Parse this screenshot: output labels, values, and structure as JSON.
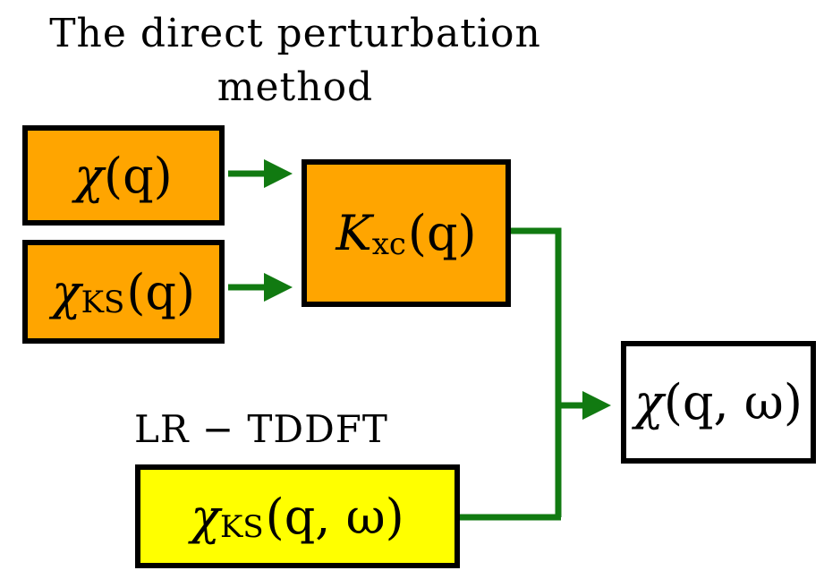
{
  "title": {
    "line1": "The direct perturbation",
    "line2": "method"
  },
  "boxes": {
    "chi_q": {
      "symbol": "χ",
      "args": "(q)",
      "fill": "#FFA500"
    },
    "chi_ks_q": {
      "symbol": "χ",
      "sub": "KS",
      "args": "(q)",
      "fill": "#FFA500"
    },
    "kxc": {
      "symbol": "K",
      "sub": "xc",
      "args": "(q)",
      "fill": "#FFA500"
    },
    "chi_ks_qw": {
      "symbol": "χ",
      "sub": "KS",
      "args": "(q, ω)",
      "fill": "#FFFF00"
    },
    "chi_qw": {
      "symbol": "χ",
      "args": "(q, ω)",
      "fill": "#FFFFFF"
    }
  },
  "lr_label": "LR − TDDFT",
  "colors": {
    "arrow": "#117A11",
    "border": "#000000"
  }
}
